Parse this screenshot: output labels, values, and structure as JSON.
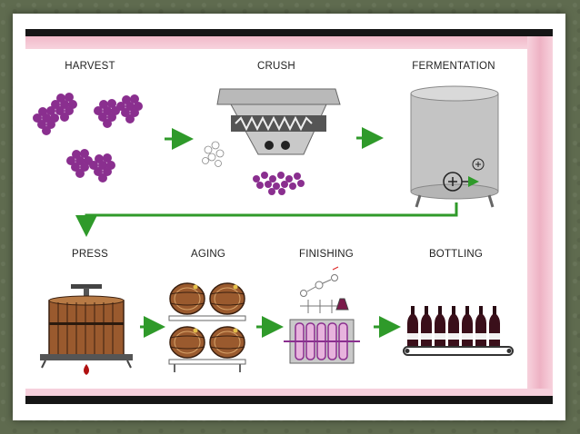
{
  "steps": {
    "harvest": "HARVEST",
    "crush": "CRUSH",
    "fermentation": "FERMENTATION",
    "press": "PRESS",
    "aging": "AGING",
    "finishing": "FINISHING",
    "bottling": "BOTTLING"
  },
  "colors": {
    "arrow": "#2f9a2a",
    "grape": "#8a2f8f",
    "barrel_wood": "#9a5a2e",
    "tank": "#c4c4c4",
    "pink_band": "#f1b9c9"
  }
}
